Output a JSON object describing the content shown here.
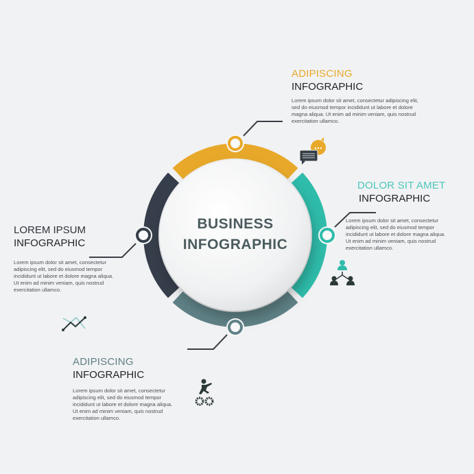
{
  "center": {
    "line1": "BUSINESS",
    "line2": "INFOGRAPHIC"
  },
  "colors": {
    "top": "#e8a92a",
    "right": "#2fbcaa",
    "bottom": "#5f8286",
    "left": "#353e4a",
    "background": "#f1f2f4"
  },
  "sections": {
    "top": {
      "title": "ADIPISCING",
      "subtitle": "INFOGRAPHIC",
      "body": [
        "Lorem ipsum dolor sit amet, consectetur adipiscing elit,",
        "sed do eiusmod tempor incididunt ut labore et dolore",
        "magna aliqua. Ut enim ad minim veniam, quis nostrud",
        "exercitation ullamco."
      ],
      "icon": "chat-bubbles-icon"
    },
    "right": {
      "title": "DOLOR SIT AMET",
      "subtitle": "INFOGRAPHIC",
      "body": [
        "Lorem ipsum dolor sit amet, consectetur",
        "adipiscing elit, sed do eiusmod tempor",
        "incididunt ut labore et dolore magna aliqua.",
        "Ut enim ad minim veniam, quis nostrud",
        "exercitation ullamco."
      ],
      "icon": "team-hierarchy-icon"
    },
    "left": {
      "title": "LOREM IPSUM",
      "subtitle": "INFOGRAPHIC",
      "body": [
        "Lorem ipsum dolor sit amet, consectetur",
        "adipiscing elit, sed do eiusmod tempor",
        "incididunt ut labore et dolore magna aliqua.",
        "Ut enim ad minim veniam, quis nostrud",
        "exercitation ullamco."
      ],
      "icon": "line-chart-icon"
    },
    "bottom": {
      "title": "ADIPISCING",
      "subtitle": "INFOGRAPHIC",
      "body": [
        "Lorem ipsum dolor sit amet, consectetur",
        "adipiscing elit, sed do eiusmod tempor",
        "incididunt ut labore et dolore magna aliqua.",
        "Ut enim ad minim veniam, quis nostrud",
        "exercitation ullamco."
      ],
      "icon": "runner-gears-icon"
    }
  }
}
